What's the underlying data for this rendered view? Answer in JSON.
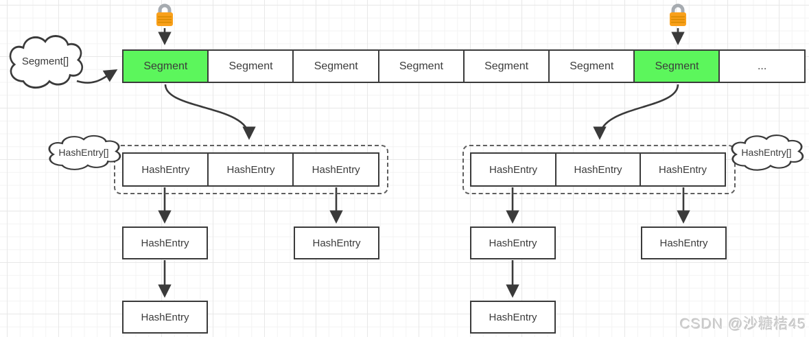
{
  "colors": {
    "highlight_green": "#5cf65c",
    "box_border": "#3a3a3a",
    "text": "#3b3b3b",
    "lock_body": "#f9a01b",
    "lock_stripe": "#d98b00",
    "lock_shackle": "#a6abb0",
    "watermark": "#cfcfcf"
  },
  "clouds": {
    "segment_array": "Segment[]",
    "hashentry_array_left": "HashEntry[]",
    "hashentry_array_right": "HashEntry[]"
  },
  "segment_row": {
    "cells": [
      {
        "label": "Segment",
        "highlighted": true
      },
      {
        "label": "Segment",
        "highlighted": false
      },
      {
        "label": "Segment",
        "highlighted": false
      },
      {
        "label": "Segment",
        "highlighted": false
      },
      {
        "label": "Segment",
        "highlighted": false
      },
      {
        "label": "Segment",
        "highlighted": false
      },
      {
        "label": "Segment",
        "highlighted": true
      },
      {
        "label": "...",
        "highlighted": false
      }
    ]
  },
  "left_bucket_array": {
    "cells": [
      "HashEntry",
      "HashEntry",
      "HashEntry"
    ]
  },
  "right_bucket_array": {
    "cells": [
      "HashEntry",
      "HashEntry",
      "HashEntry"
    ]
  },
  "chain_nodes": {
    "left_chain1_node1": "HashEntry",
    "left_chain1_node2": "HashEntry",
    "left_chain2_node1": "HashEntry",
    "right_chain1_node1": "HashEntry",
    "right_chain1_node2": "HashEntry",
    "right_chain2_node1": "HashEntry"
  },
  "icons": {
    "lock_left": "padlock-icon",
    "lock_right": "padlock-icon"
  },
  "watermark": "CSDN @沙糖桔45"
}
